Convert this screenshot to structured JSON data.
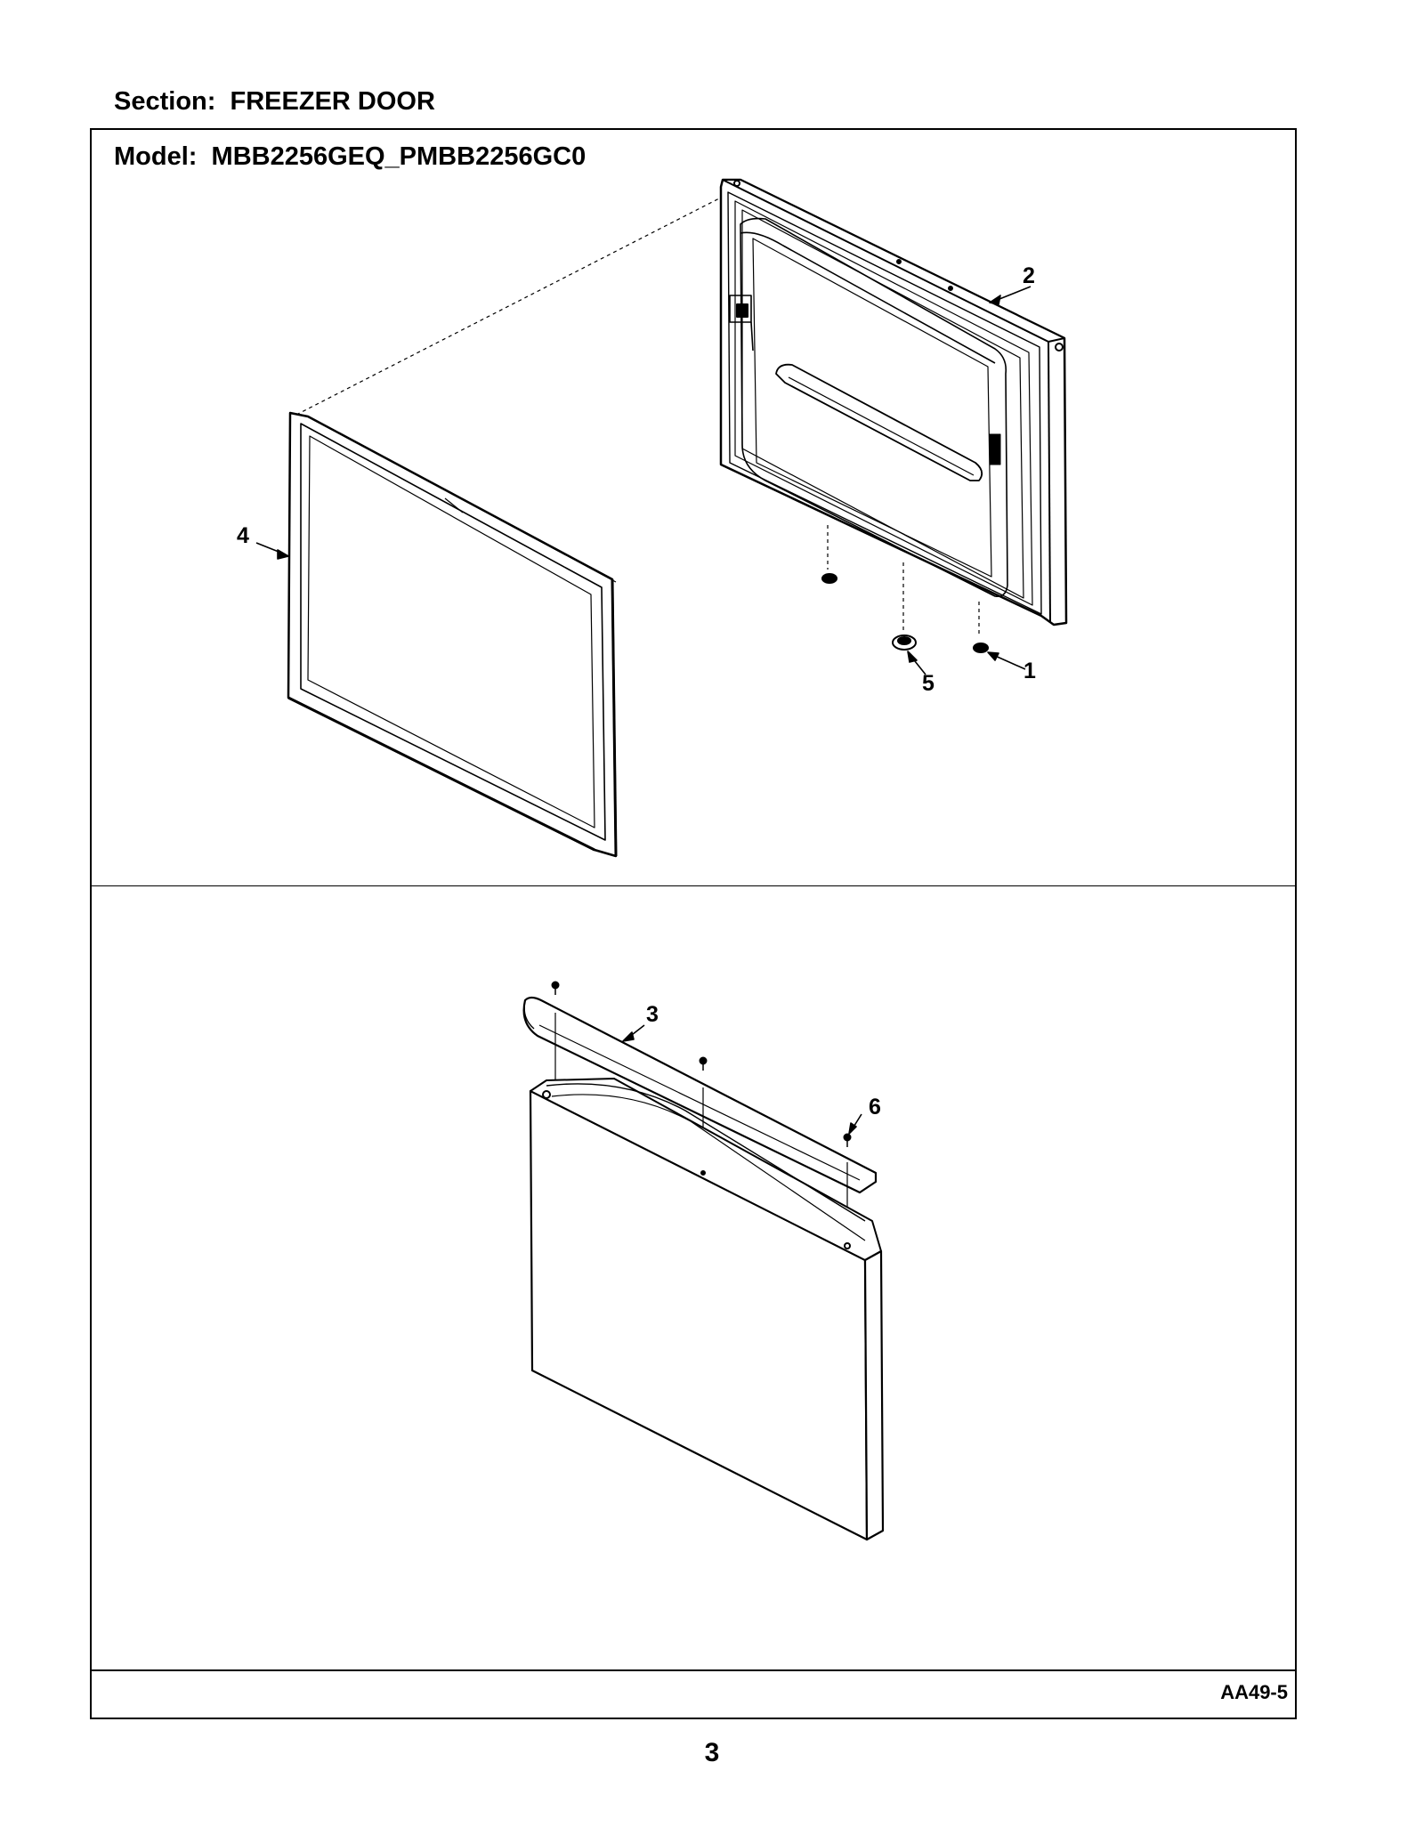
{
  "header": {
    "section": "Section:  FREEZER DOOR",
    "model": "Model:  MBB2256GEQ_PMBB2256GC0"
  },
  "callouts": [
    "1",
    "2",
    "3",
    "4",
    "5",
    "6"
  ],
  "footer": {
    "diagram_code": "AA49-5",
    "page_number": "3"
  }
}
